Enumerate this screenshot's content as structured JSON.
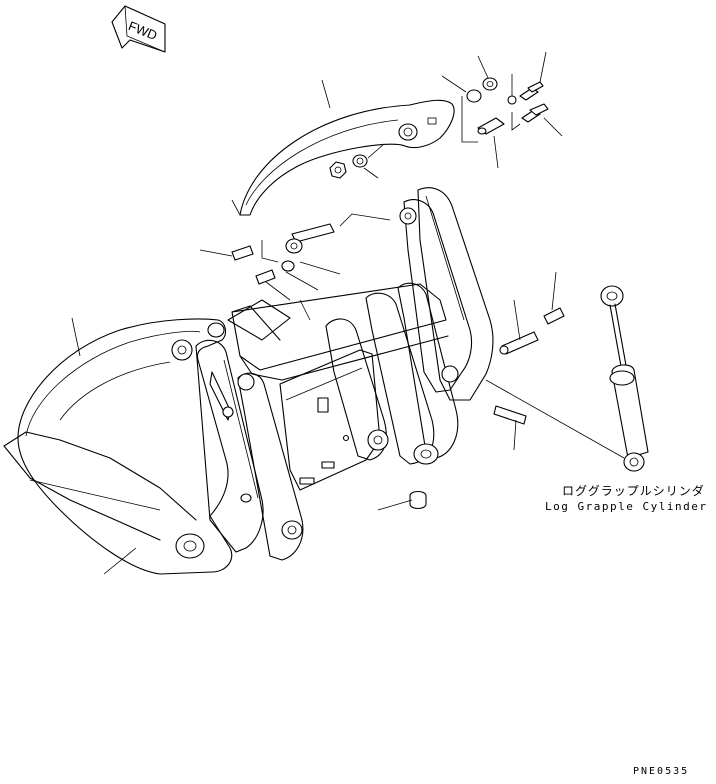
{
  "direction_marker": "FWD",
  "callout": {
    "cylinder_label_jp": "ロググラップルシリンダ",
    "cylinder_label_en": "Log Grapple Cylinder"
  },
  "drawing_code": "PNE0535"
}
